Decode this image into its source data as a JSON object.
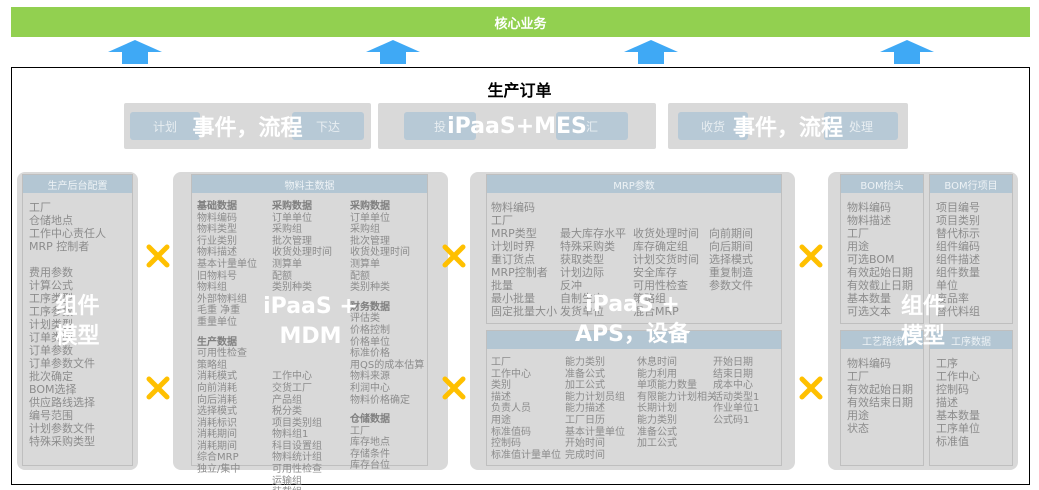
{
  "core_business": "核心业务",
  "production_order": "生产订单",
  "flows": [
    {
      "pills": [
        "计划",
        "下达"
      ],
      "overlay": "事件，流程"
    },
    {
      "pills": [
        "投",
        "汇"
      ],
      "overlay": "iPaaS+MES"
    },
    {
      "pills": [
        "收货",
        "处理"
      ],
      "overlay": "事件，流程"
    }
  ],
  "component_left": {
    "header": "生产后台配置",
    "items": [
      "工厂",
      "仓储地点",
      "工作中心责任人",
      "MRP 控制者",
      "",
      "费用参数",
      "计算公式",
      "工序类型",
      "工序参数",
      "计划类型",
      "订单类型",
      "订单参数",
      "订单参数文件",
      "批次确定",
      "BOM选择",
      "供应路线选择",
      "编号范围",
      "计划参数文件",
      "特殊采购类型"
    ],
    "overlay": [
      "组件",
      "模型"
    ]
  },
  "material_master": {
    "header": "物料主数据",
    "columns": [
      [
        {
          "sub": "基础数据"
        },
        "物料编码",
        "物料类型",
        "行业类别",
        "物料描述",
        "基本计量单位",
        "旧物料号",
        "物料组",
        "外部物料组",
        "毛重 净重",
        "重量单位",
        {
          "gap": true
        },
        {
          "sub": "生产数据"
        },
        "可用性检查",
        "策略组",
        "消耗模式",
        "向前消耗",
        "向后消耗",
        "选择模式",
        "消耗标识",
        "消耗期间",
        "消耗期间",
        "综合MRP",
        "独立/集中"
      ],
      [
        {
          "sub": "采购数据"
        },
        "订单单位",
        "采购组",
        "批次管理",
        "收货处理时间",
        "测算单",
        "配额",
        "类别种类",
        {
          "gap": true
        },
        "",
        "",
        "",
        "",
        "",
        "",
        "工作中心",
        "交货工厂",
        "产品组",
        "税分类",
        "项目类别组",
        "物料组1",
        "科目设置组",
        "物料统计组",
        "可用性检查",
        "运输组",
        "装载组"
      ],
      [
        {
          "sub": "采购数据"
        },
        "订单单位",
        "采购组",
        "批次管理",
        "收货处理时间",
        "测算单",
        "配额",
        "类别种类",
        {
          "gap": true
        },
        {
          "sub": "财务数据"
        },
        "评估类",
        "价格控制",
        "价格单位",
        "标准价格",
        "用QS的成本估算",
        "物料来源",
        "利润中心",
        "物料价格确定",
        {
          "gap": true
        },
        {
          "sub": "仓储数据"
        },
        "工厂",
        "库存地点",
        "存储条件",
        "库存台位"
      ]
    ],
    "overlay": [
      "iPaaS +",
      "MDM"
    ]
  },
  "mrp": {
    "header": "MRP参数",
    "columns": [
      [
        "物料编码",
        "工厂",
        "MRP类型",
        "计划时界",
        "重订货点",
        "MRP控制者",
        "批量",
        "最小批量",
        "固定批量大小"
      ],
      [
        "",
        "",
        "最大库存水平",
        "特殊采购类",
        "获取类型",
        "计划边际",
        "反冲",
        "自制生产",
        "发货单位"
      ],
      [
        "",
        "",
        "收货处理时间",
        "库存确定组",
        "计划交货时间",
        "安全库存",
        "可用性检查",
        "策略组",
        "混合MRP"
      ],
      [
        "",
        "",
        "向前期间",
        "向后期间",
        "选择模式",
        "重复制造",
        "参数文件"
      ]
    ]
  },
  "routing": {
    "header": "",
    "columns": [
      [
        "工厂",
        "工作中心",
        "类别",
        "描述",
        "负责人员",
        "用途",
        "标准值码",
        "控制码",
        "标准值计量单位"
      ],
      [
        "能力类别",
        "准备公式",
        "加工公式",
        "能力计划员组",
        "能力描述",
        "工厂日历",
        "基本计量单位",
        "开始时间",
        "完成时间"
      ],
      [
        "休息时间",
        "能力利用",
        "单项能力数量",
        "有限能力计划相关",
        "长期计划",
        "能力类别",
        "准备公式",
        "加工公式"
      ],
      [
        "开始日期",
        "结束日期",
        "成本中心",
        "活动类型1",
        "作业单位1",
        "公式码1"
      ]
    ]
  },
  "mrp_overlay": [
    "iPaaS +",
    "APS，设备"
  ],
  "bom": {
    "header_left": "BOM抬头",
    "header_right": "BOM行项目",
    "left_items": [
      "物料编码",
      "物料描述",
      "工厂",
      "用途",
      "可选BOM",
      "有效起始日期",
      "有效截止日期",
      "基本数量",
      "可选文本"
    ],
    "right_items": [
      "项目编号",
      "项目类别",
      "替代标示",
      "组件编码",
      "组件描述",
      "组件数量",
      "单位",
      "废品率",
      "替代料组"
    ]
  },
  "routing_right": {
    "header_left": "工艺路线",
    "header_right": "工序数据",
    "left_items": [
      "物料编码",
      "工厂",
      "有效起始日期",
      "有效结束日期",
      "用途",
      "状态"
    ],
    "right_items": [
      "工序",
      "工作中心",
      "控制码",
      "描述",
      "基本数量",
      "工序单位",
      "标准值"
    ]
  },
  "component_right_overlay": [
    "组件",
    "模型"
  ],
  "colors": {
    "core_bar": "#92d050",
    "arrow": "#3fa9f5",
    "x_mark": "#ffc000",
    "panel_header": "#b3c6d3",
    "module_bg": "#d9d9d9"
  }
}
